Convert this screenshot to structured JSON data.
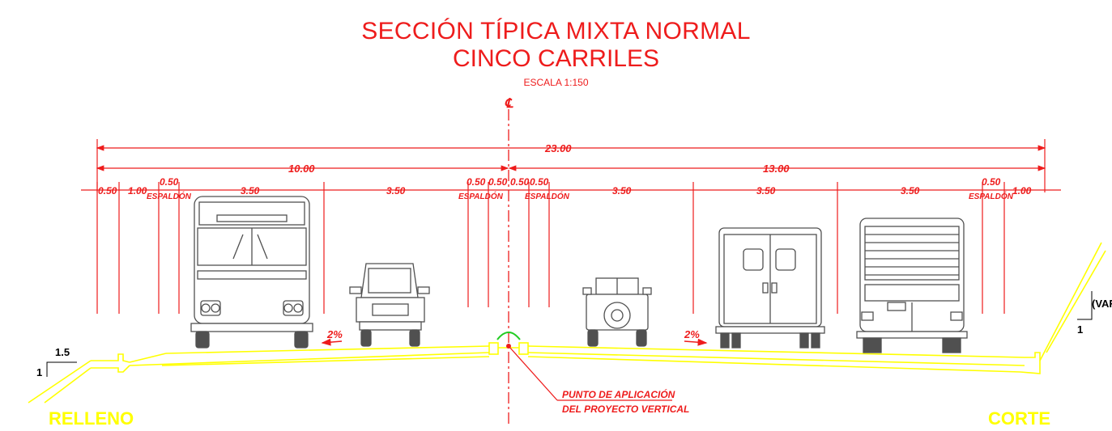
{
  "title": {
    "line1": "SECCIÓN TÍPICA MIXTA NORMAL",
    "line2": "CINCO CARRILES",
    "scale": "ESCALA 1:150"
  },
  "centerline_symbol": "℄",
  "dimensions": {
    "total": "23.00",
    "left_half": "10.00",
    "right_half": "13.00",
    "left": {
      "d1": "0.50",
      "d2": "1.00",
      "d3": "0.50",
      "shoulder": "ESPALDÓN",
      "lane1": "3.50",
      "lane2": "3.50"
    },
    "median": {
      "d1": "0.50",
      "d2": "0.50",
      "d3": "0.50",
      "d4": "0.50",
      "shoulder_left": "ESPALDÓN",
      "shoulder_right": "ESPALDÓN"
    },
    "right": {
      "lane1": "3.50",
      "lane2": "3.50",
      "lane3": "3.50",
      "d1": "0.50",
      "shoulder": "ESPALDÓN",
      "d2": "1.00"
    }
  },
  "slopes": {
    "left": "2%",
    "right": "2%",
    "fill_ratio_h": "1.5",
    "fill_ratio_v": "1",
    "cut_ratio_label": "(VAR",
    "cut_ratio_v": "1"
  },
  "callout": {
    "line1": "PUNTO DE APLICACIÓN",
    "line2": "DEL PROYECTO VERTICAL"
  },
  "labels": {
    "fill": "RELLENO",
    "cut": "CORTE"
  },
  "colors": {
    "dimension": "#ee1c1c",
    "road": "#ffff00",
    "vehicle": "#505050"
  },
  "vehicles": [
    "bus",
    "pickup",
    "jeep",
    "box-truck",
    "truck"
  ]
}
